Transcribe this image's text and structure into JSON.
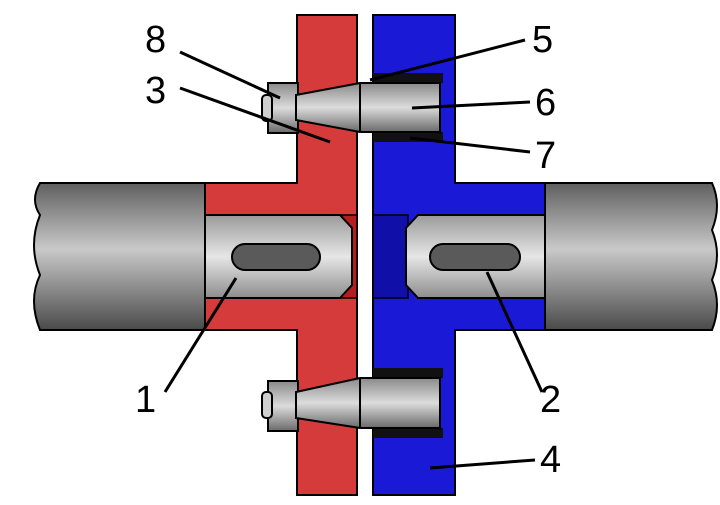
{
  "diagram": {
    "callouts": [
      {
        "id": "c1",
        "label": "1"
      },
      {
        "id": "c2",
        "label": "2"
      },
      {
        "id": "c3",
        "label": "3"
      },
      {
        "id": "c4",
        "label": "4"
      },
      {
        "id": "c5",
        "label": "5"
      },
      {
        "id": "c6",
        "label": "6"
      },
      {
        "id": "c7",
        "label": "7"
      },
      {
        "id": "c8",
        "label": "8"
      }
    ],
    "colors": {
      "left_flange": "#d63b3b",
      "right_flange": "#1a1ad6",
      "shaft": "#8a8a8a",
      "outline": "#000000"
    }
  }
}
